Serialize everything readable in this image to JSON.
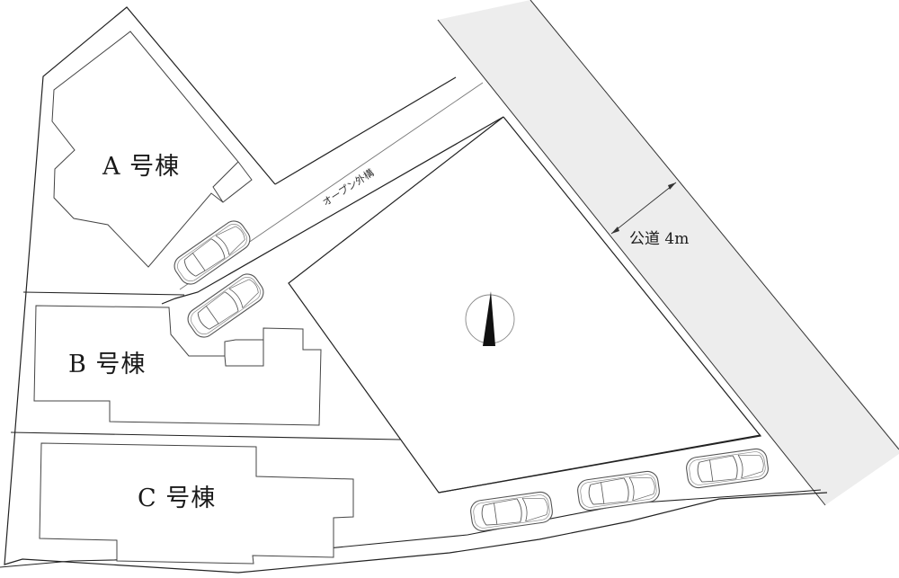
{
  "buildings": [
    {
      "id": "A",
      "label": "A 号棟"
    },
    {
      "id": "B",
      "label": "B 号棟"
    },
    {
      "id": "C",
      "label": "C 号棟"
    }
  ],
  "road": {
    "label": "公道 4m",
    "width": "4m",
    "fill": "#ededed"
  },
  "fence": {
    "label": "オープン外構"
  },
  "north_arrow": {
    "icon": "north-arrow-icon"
  },
  "parking": {
    "car_count": 5,
    "icon": "car-icon"
  },
  "colors": {
    "line": "#222222",
    "building_line": "#444444",
    "road_fill": "#ececec",
    "background": "#ffffff"
  }
}
